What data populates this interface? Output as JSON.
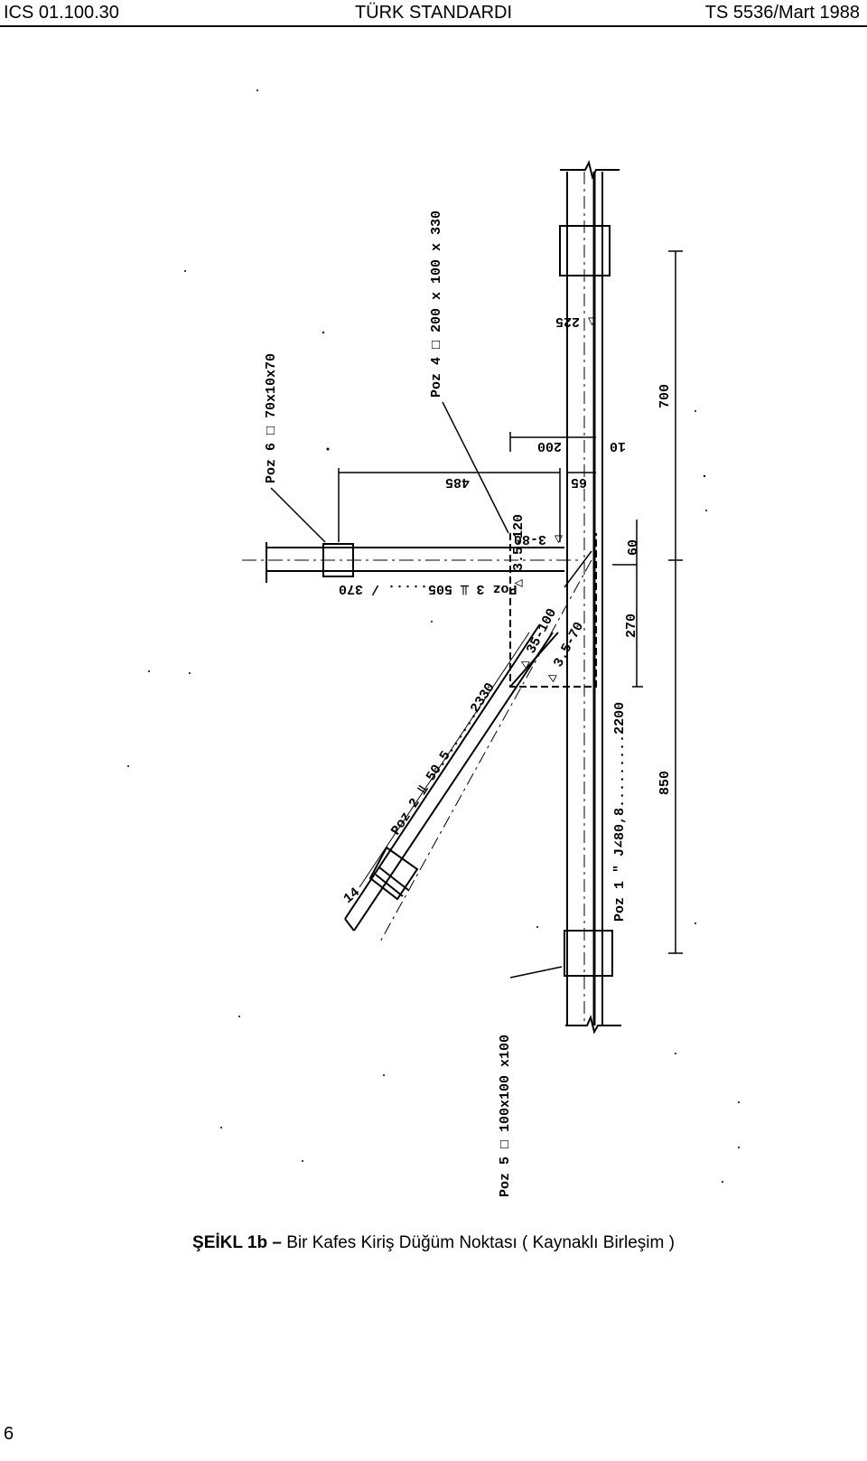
{
  "header": {
    "code": "ICS 01.100.30",
    "title": "TÜRK STANDARDI",
    "standard": "TS 5536/Mart 1988"
  },
  "drawing": {
    "labels": {
      "poz6": "Poz 6 □ 70x10x70",
      "poz4": "Poz 4 □ 200 x 100 x 330",
      "poz3": "Poz 3 ⫫ 505..... / 370",
      "poz2": "Poz 2 ⫫ 50.5......2330",
      "poz1": "Poz 1 \" J∠80,8.........2200",
      "poz5": "Poz 5 □ 100x100 x100",
      "w35_80": "△ 3-80",
      "w35_120": "△ 3.5-120",
      "w35_100": "△ 35-100",
      "w35_70": "△ 3.5-70",
      "w225": "△ 225",
      "w65": "65",
      "w14": "14"
    },
    "dimensions": {
      "d485": "485",
      "d200": "200",
      "d10": "10",
      "d700": "700",
      "d60": "60",
      "d270": "270",
      "d850": "850"
    }
  },
  "caption": {
    "bold": "ŞEİKL 1b",
    "dash": " – ",
    "text": "Bir Kafes Kiriş Düğüm Noktası ( Kaynaklı Birleşim )"
  },
  "page_number": "6"
}
